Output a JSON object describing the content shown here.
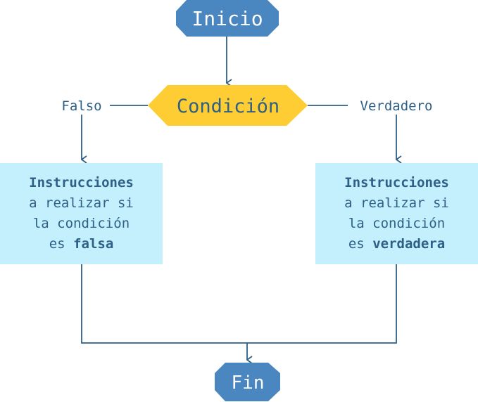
{
  "nodes": {
    "start": {
      "label": "Inicio"
    },
    "condition": {
      "label": "Condición"
    },
    "end": {
      "label": "Fin"
    }
  },
  "branches": {
    "false": {
      "label": "Falso",
      "box": {
        "line1": "Instrucciones",
        "line2": "a realizar si",
        "line3": "la condición",
        "line4_prefix": "es",
        "line4_emph": "falsa"
      }
    },
    "true": {
      "label": "Verdadero",
      "box": {
        "line1": "Instrucciones",
        "line2": "a realizar si",
        "line3": "la condición",
        "line4_prefix": "es",
        "line4_emph": "verdadera"
      }
    }
  },
  "colors": {
    "terminal": "#4a86c0",
    "decision": "#fdcd33",
    "process": "#c3f0fc",
    "line": "#2e5f86",
    "text_dark": "#2e5f86",
    "text_light": "#ffffff"
  }
}
